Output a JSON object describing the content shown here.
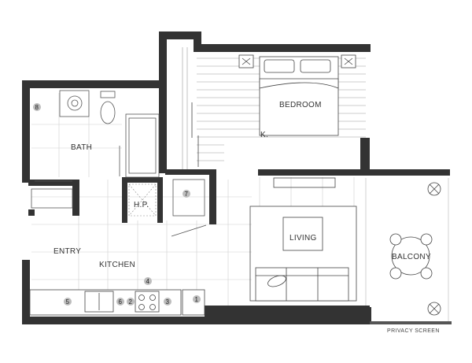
{
  "rooms": {
    "bedroom": "BEDROOM",
    "bath": "BATH",
    "entry": "ENTRY",
    "kitchen": "KITCHEN",
    "living": "LIVING",
    "balcony": "BALCONY",
    "hp": "H.P.",
    "k_mark": "K."
  },
  "notes": {
    "privacy_screen": "PRIVACY SCREEN"
  },
  "markers": {
    "m1": "1",
    "m2": "2",
    "m3": "3",
    "m4": "4",
    "m5": "5",
    "m6": "6",
    "m7": "7",
    "m8": "8"
  },
  "colors": {
    "wall": "#333333",
    "line": "#555555",
    "grid": "#c8c8c8",
    "marker": "#bdbdbd"
  }
}
